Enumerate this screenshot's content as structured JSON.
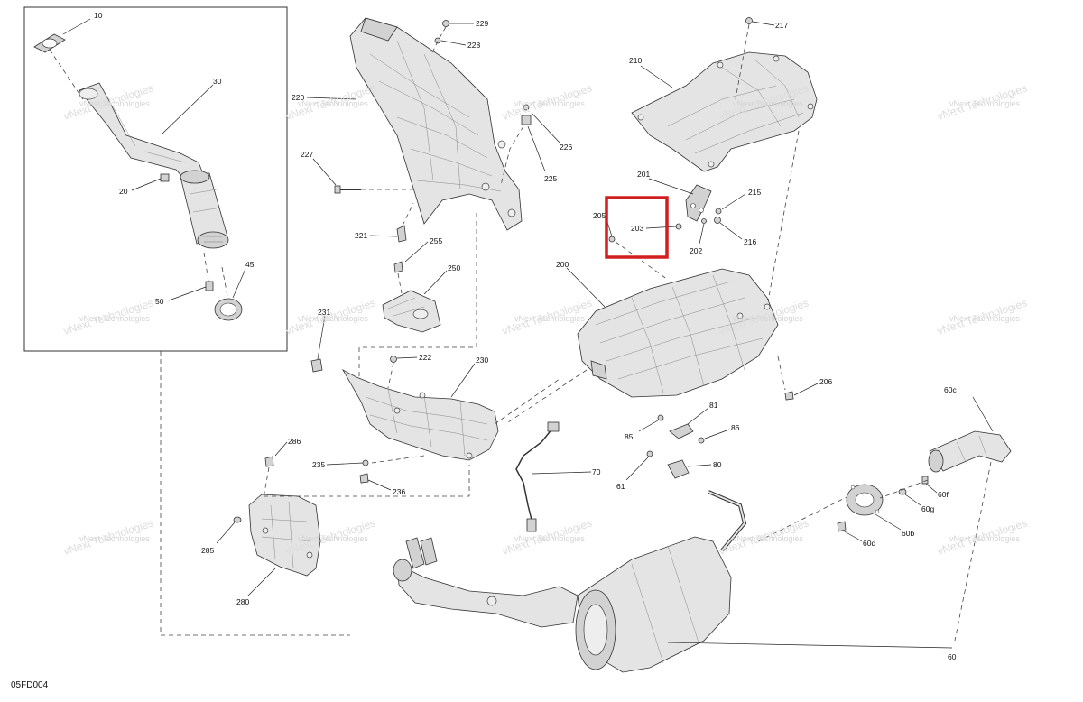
{
  "diagram_code": "05FD004",
  "watermark": {
    "line1": "vNext Technologies",
    "line2": "vNext Technologies"
  },
  "highlight_color": "#d11f1f",
  "labels": {
    "l10": "10",
    "l30": "30",
    "l20": "20",
    "l45": "45",
    "l50": "50",
    "l229": "229",
    "l228": "228",
    "l220": "220",
    "l226": "226",
    "l225": "225",
    "l227": "227",
    "l221": "221",
    "l255": "255",
    "l250": "250",
    "l217": "217",
    "l210": "210",
    "l201": "201",
    "l215": "215",
    "l205": "205",
    "l203": "203",
    "l202": "202",
    "l216": "216",
    "l200": "200",
    "l206": "206",
    "l231": "231",
    "l222": "222",
    "l230": "230",
    "l286": "286",
    "l235": "235",
    "l236": "236",
    "l285": "285",
    "l280": "280",
    "l70": "70",
    "l81": "81",
    "l85": "85",
    "l86": "86",
    "l80": "80",
    "l61": "61",
    "l60c": "60c",
    "l60f": "60f",
    "l60g": "60g",
    "l60b": "60b",
    "l60d": "60d",
    "l60": "60"
  }
}
